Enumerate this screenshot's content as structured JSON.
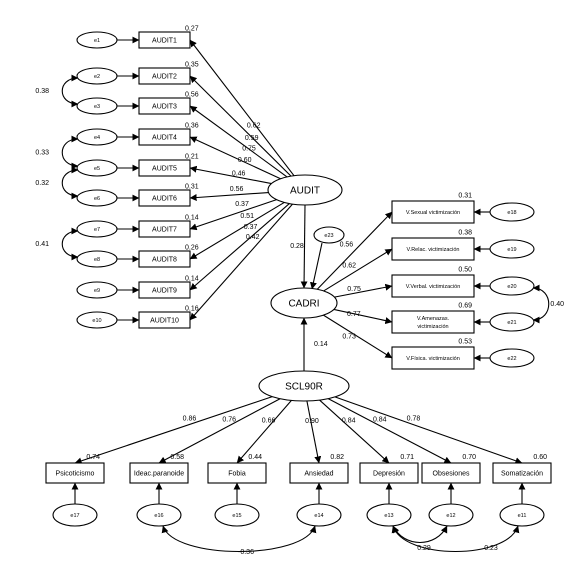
{
  "latent": {
    "audit": "AUDIT",
    "cadri": "CADRI",
    "scl90r": "SCL90R"
  },
  "audit_items": [
    {
      "label": "AUDIT1",
      "error": "e1",
      "r2": "0.27",
      "loading": "0.62"
    },
    {
      "label": "AUDIT2",
      "error": "e2",
      "r2": "0.35",
      "loading": "0.59"
    },
    {
      "label": "AUDIT3",
      "error": "e3",
      "r2": "0.56",
      "loading": "0.75"
    },
    {
      "label": "AUDIT4",
      "error": "e4",
      "r2": "0.36",
      "loading": "0.60"
    },
    {
      "label": "AUDIT5",
      "error": "e5",
      "r2": "0.21",
      "loading": "0.46"
    },
    {
      "label": "AUDIT6",
      "error": "e6",
      "r2": "0.31",
      "loading": "0.56"
    },
    {
      "label": "AUDIT7",
      "error": "e7",
      "r2": "0.14",
      "loading": "0.37"
    },
    {
      "label": "AUDIT8",
      "error": "e8",
      "r2": "0.26",
      "loading": "0.51"
    },
    {
      "label": "AUDIT9",
      "error": "e9",
      "r2": "0.14",
      "loading": "0.37"
    },
    {
      "label": "AUDIT10",
      "error": "e10",
      "r2": "0.16",
      "loading": "0.42"
    }
  ],
  "audit_covariances": [
    {
      "between": [
        "e2",
        "e3"
      ],
      "value": "0.38"
    },
    {
      "between": [
        "e4",
        "e5"
      ],
      "value": "0.33"
    },
    {
      "between": [
        "e5",
        "e6"
      ],
      "value": "0.32"
    },
    {
      "between": [
        "e7",
        "e8"
      ],
      "value": "0.41"
    }
  ],
  "cadri_items": [
    {
      "lines": [
        "V.Sexual victimización"
      ],
      "error": "e18",
      "r2": "0.31",
      "loading": "0.56"
    },
    {
      "lines": [
        "V.Relac. victimización"
      ],
      "error": "e19",
      "r2": "0.38",
      "loading": "0.62"
    },
    {
      "lines": [
        "V.Verbal. victimización"
      ],
      "error": "e20",
      "r2": "0.50",
      "loading": "0.75"
    },
    {
      "lines": [
        "V.Amenazas.",
        "victimización"
      ],
      "error": "e21",
      "r2": "0.69",
      "loading": "0.77"
    },
    {
      "lines": [
        "V.Física. victimización"
      ],
      "error": "e22",
      "r2": "0.53",
      "loading": "0.73"
    }
  ],
  "cadri_covariances": [
    {
      "between": [
        "e20",
        "e21"
      ],
      "value": "0.40"
    }
  ],
  "cadri_disturbance": "e23",
  "paths": {
    "audit_to_cadri": "0.28",
    "scl90r_to_cadri": "0.14"
  },
  "scl_items": [
    {
      "label": "Psicoticismo",
      "error": "e17",
      "r2": "0.74",
      "loading": "0.86"
    },
    {
      "label": "Ideac.paranoide",
      "error": "e16",
      "r2": "0.58",
      "loading": "0.76"
    },
    {
      "label": "Fobia",
      "error": "e15",
      "r2": "0.44",
      "loading": "0.66"
    },
    {
      "label": "Ansiedad",
      "error": "e14",
      "r2": "0.82",
      "loading": "0.90"
    },
    {
      "label": "Depresión",
      "error": "e13",
      "r2": "0.71",
      "loading": "0.84"
    },
    {
      "label": "Obsesiones",
      "error": "e12",
      "r2": "0.70",
      "loading": "0.84"
    },
    {
      "label": "Somatización",
      "error": "e11",
      "r2": "0.60",
      "loading": "0.78"
    }
  ],
  "scl_covariances": [
    {
      "between": [
        "e16",
        "e14"
      ],
      "value": "-0.36"
    },
    {
      "between": [
        "e13",
        "e12"
      ],
      "value": "0.29"
    },
    {
      "between": [
        "e13",
        "e11"
      ],
      "value": "0.23"
    }
  ]
}
